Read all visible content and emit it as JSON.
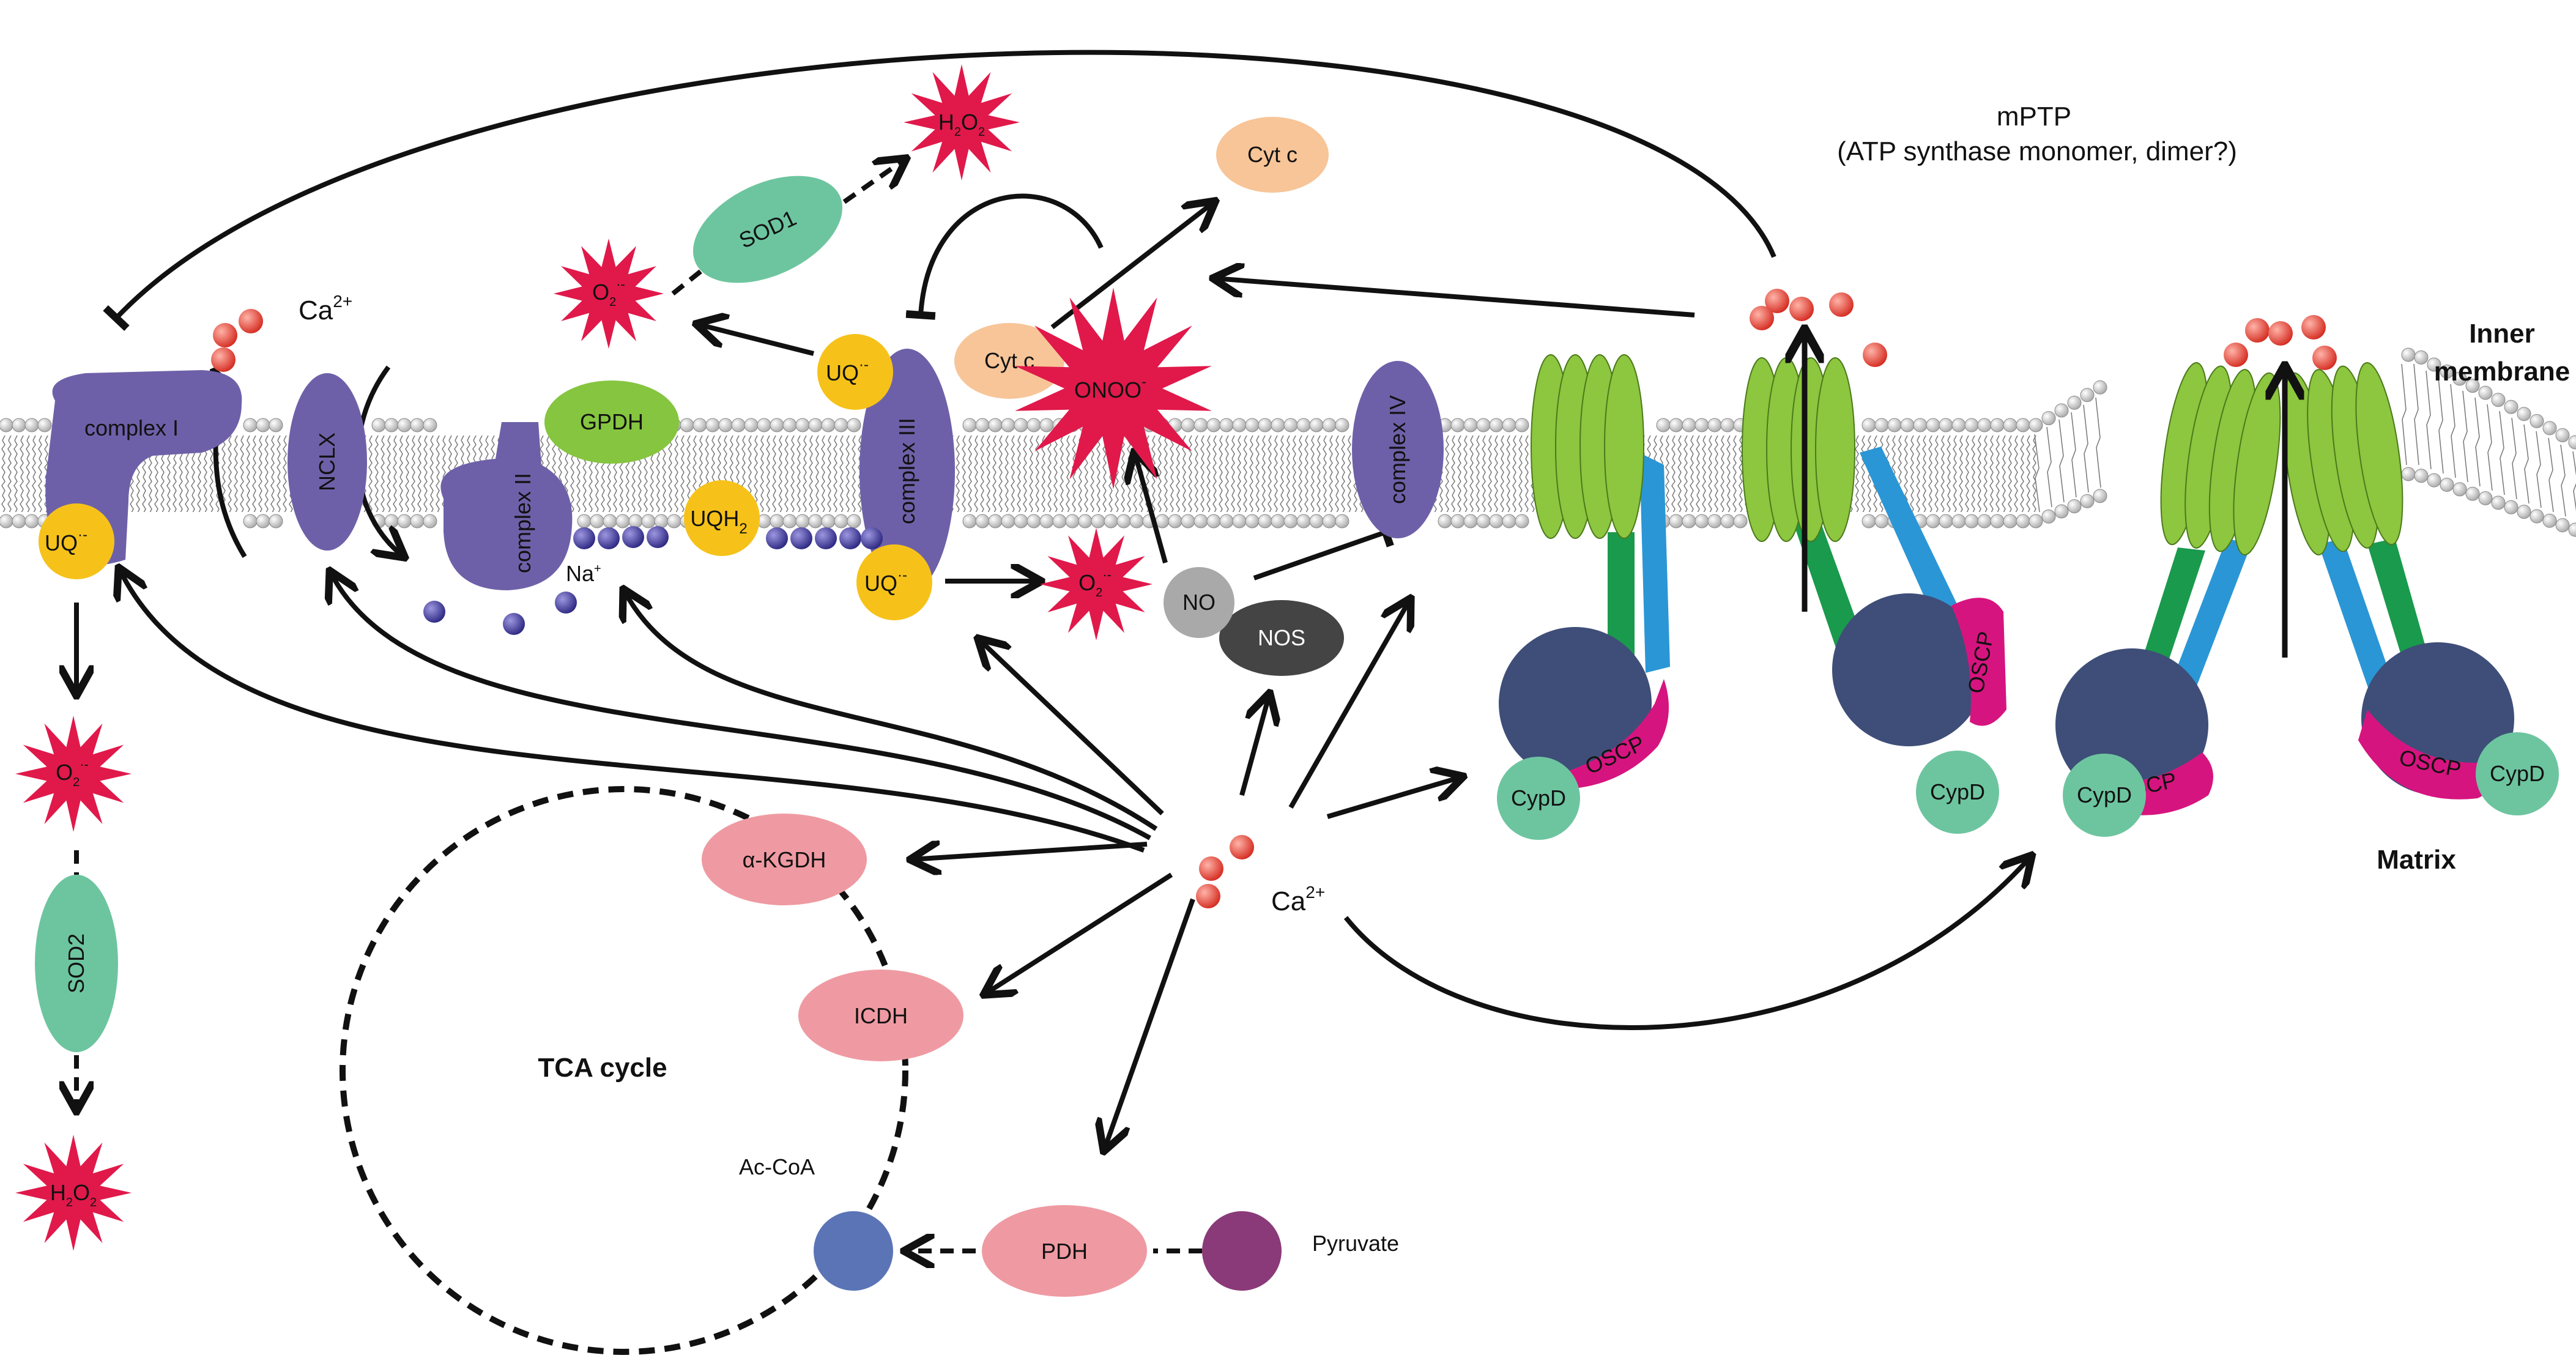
{
  "title": "",
  "labels": {
    "mptp_title": "mPTP",
    "mptp_subtitle": "(ATP synthase monomer, dimer?)",
    "inner_membrane_line1": "Inner",
    "inner_membrane_line2": "membrane",
    "matrix": "Matrix",
    "tca_cycle": "TCA cycle",
    "ac_coa": "Ac-CoA",
    "pyruvate": "Pyruvate",
    "ca_top": "Ca",
    "ca_center": "Ca",
    "charge_2plus": "2+",
    "na": "Na",
    "na_sup": "+"
  },
  "complexes": {
    "complex_i": "complex I",
    "complex_ii": "complex II",
    "complex_iii": "complex III",
    "complex_iv": "complex IV",
    "nclx": "NCLX",
    "gpdh": "GPDH",
    "sod1": "SOD1",
    "sod2": "SOD2",
    "nos": "NOS",
    "no": "NO",
    "cytc_membrane": "Cyt c",
    "cytc_released": "Cyt c"
  },
  "tca_enzymes": {
    "akgdh": "α-KGDH",
    "icdh": "ICDH",
    "pdh": "PDH"
  },
  "atp_synthase": {
    "oscp": "OSCP",
    "cypd": "CypD"
  },
  "species": {
    "uq": "UQ",
    "uq_sup": "·-",
    "uqh": "UQH",
    "uqh_sub": "2",
    "o2": "O",
    "o2_sub": "2",
    "o2_sup": "·-",
    "h2o2_h": "H",
    "h2o2_sub": "2",
    "h2o2_o": "O",
    "onoo": "ONOO",
    "onoo_sup": "-"
  },
  "colors": {
    "complex": "#6e60a8",
    "ubiquinone": "#f6c21a",
    "ros_star": "#e0194a",
    "sod": "#6dc5a0",
    "gpdh": "#86c540",
    "cytc": "#f7c598",
    "tca_enzyme": "#ef9aa2",
    "nos": "#444444",
    "no": "#a9a9a9",
    "calcium": "#e8352b",
    "sodium": "#3a3590",
    "atp_c_ring": "#8dc63f",
    "atp_f1_head": "#3e4e78",
    "atp_stalk": "#1a9a4c",
    "atp_peripheral": "#2a96d6",
    "oscp": "#d6147f",
    "cypd": "#6dc5a0",
    "ac_coa": "#5a74b6",
    "pyruvate": "#8a3a78",
    "membrane_bead": "#bfbfbf"
  }
}
